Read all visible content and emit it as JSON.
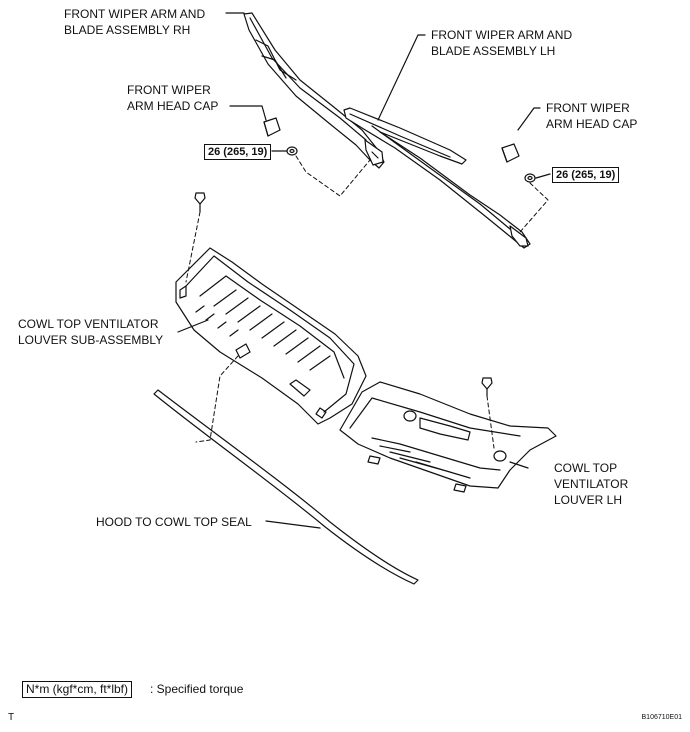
{
  "labels": {
    "wiper_rh": "FRONT WIPER ARM AND\nBLADE ASSEMBLY RH",
    "wiper_lh": "FRONT WIPER ARM AND\nBLADE ASSEMBLY LH",
    "cap_left": "FRONT WIPER\nARM HEAD CAP",
    "cap_right": "FRONT WIPER\nARM HEAD CAP",
    "louver_sub": "COWL TOP VENTILATOR\nLOUVER SUB-ASSEMBLY",
    "louver_lh": "COWL TOP\nVENTILATOR\nLOUVER LH",
    "seal": "HOOD TO COWL TOP SEAL"
  },
  "torque": {
    "left": "26 (265, 19)",
    "right": "26 (265, 19)"
  },
  "legend": {
    "unit_box": "N*m (kgf*cm, ft*lbf)",
    "description": ": Specified torque"
  },
  "footer": {
    "corner_mark": "T",
    "figure_code": "B106710E01"
  }
}
